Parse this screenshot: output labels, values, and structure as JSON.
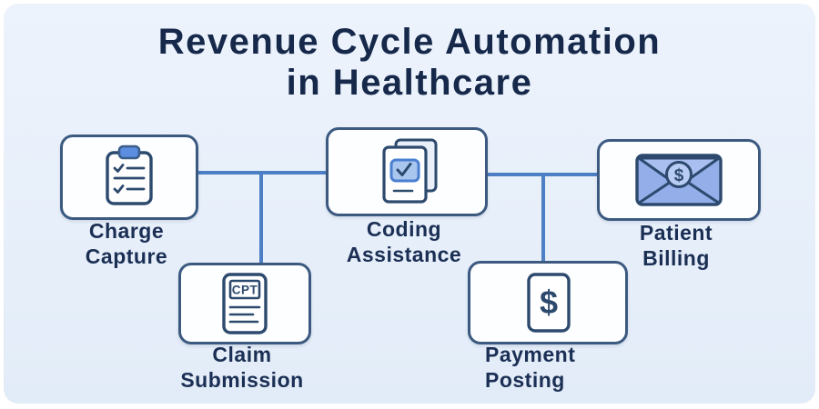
{
  "title": {
    "text": "Revenue Cycle Automation\nin Healthcare"
  },
  "nodes": {
    "charge_capture": {
      "label": "Charge\nCapture"
    },
    "coding_assistance": {
      "label": "Coding\nAssistance"
    },
    "patient_billing": {
      "label": "Patient\nBilling"
    },
    "claim_submission": {
      "label": "Claim\nSubmission"
    },
    "payment_posting": {
      "label": "Payment\nPosting"
    }
  },
  "icons": {
    "clipboard": "clipboard-checklist-icon",
    "coding": "document-checkbox-icon",
    "billing": "envelope-dollar-icon",
    "claim": "cpt-document-icon",
    "payment": "dollar-document-icon",
    "cpt_text": "CPT",
    "dollar": "$"
  },
  "colors": {
    "background": "#e9f0fa",
    "card_fill": "#fdfeff",
    "card_border": "#3c5a80",
    "connector": "#4d7fc4",
    "title_text": "#16294b",
    "label_text": "#1b2f55",
    "icon_stroke": "#2d4a6e",
    "accent_blue": "#5b8ee0",
    "light_blue_fill": "#a9c6ef",
    "envelope_fill": "#93aee9"
  }
}
